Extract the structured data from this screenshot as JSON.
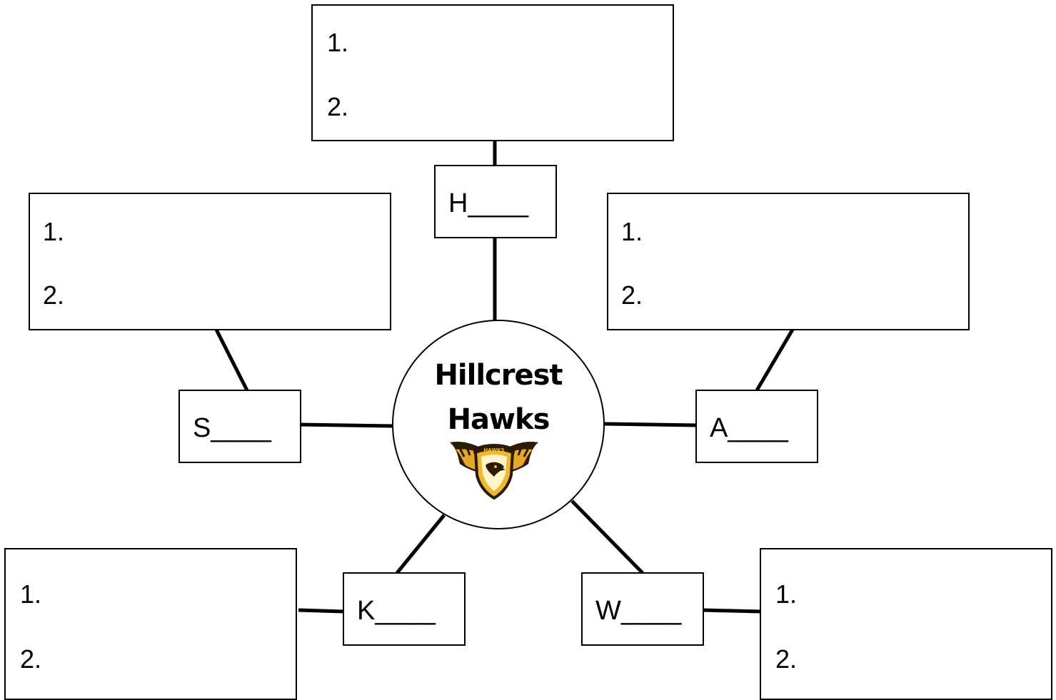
{
  "hub": {
    "line1": "Hillcrest",
    "line2": "Hawks",
    "logo_text": "HAWKS"
  },
  "labels": {
    "h": "H____",
    "s": "S____",
    "a": "A____",
    "k": "K____",
    "w": "W____"
  },
  "lists": {
    "top": {
      "item1": "1.",
      "item2": "2."
    },
    "upper_left": {
      "item1": "1.",
      "item2": "2."
    },
    "upper_right": {
      "item1": "1.",
      "item2": "2."
    },
    "bottom_left": {
      "item1": "1.",
      "item2": "2."
    },
    "bottom_right": {
      "item1": "1.",
      "item2": "2."
    }
  }
}
